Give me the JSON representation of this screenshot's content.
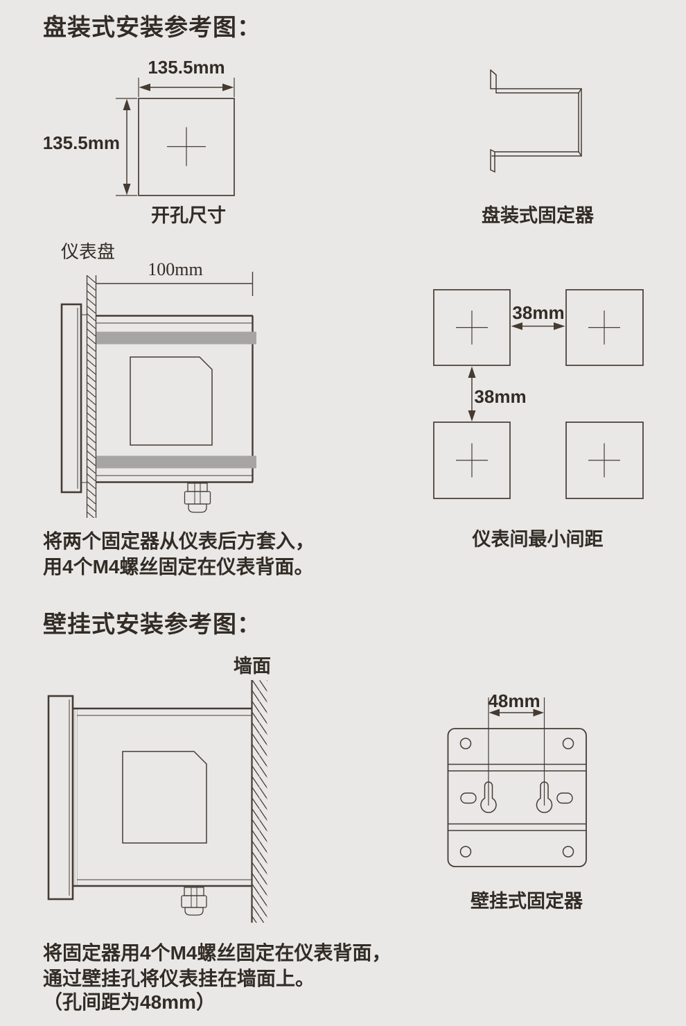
{
  "colors": {
    "background": "#e9e8e6",
    "line": "#453b33",
    "text": "#332c26",
    "fixator_bar": "#a7a5a3"
  },
  "panel_section": {
    "title": "盘装式安装参考图：",
    "cutout": {
      "width_label": "135.5mm",
      "height_label": "135.5mm",
      "caption": "开孔尺寸"
    },
    "bracket": {
      "caption": "盘装式固定器"
    },
    "side_view": {
      "panel_label": "仪表盘",
      "depth_label": "100mm"
    },
    "spacing": {
      "h_label": "38mm",
      "v_label": "38mm",
      "caption": "仪表间最小间距"
    },
    "note": {
      "line1": "将两个固定器从仪表后方套入，",
      "line2": "用4个M4螺丝固定在仪表背面。"
    }
  },
  "wall_section": {
    "title": "壁挂式安装参考图：",
    "side_view": {
      "wall_label": "墙面"
    },
    "plate": {
      "hole_spacing_label": "48mm",
      "caption": "壁挂式固定器"
    },
    "note": {
      "line1": "将固定器用4个M4螺丝固定在仪表背面，",
      "line2": "通过壁挂孔将仪表挂在墙面上。",
      "line3": "（孔间距为48mm）"
    }
  }
}
